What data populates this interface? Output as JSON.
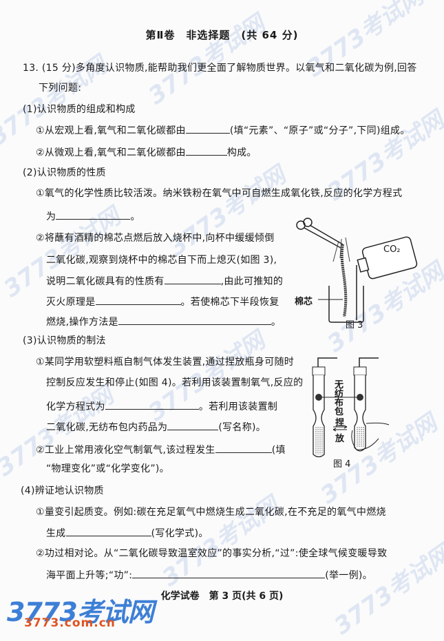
{
  "header": {
    "title": "第Ⅱ卷　非选择题　(共 64 分)"
  },
  "question": {
    "lines": [
      [
        "13. (15 分)多角度认识物质,能帮助我们更全面了解物质世界。以氧气和二氧化碳为例,回答"
      ],
      [
        "下列问题:"
      ],
      [
        "(1)认识物质的组成和构成"
      ],
      [
        "①从宏观上看,氧气和二氧化碳都由",
        "(填“元素”、“原子”或“分子”,下同)组成。"
      ],
      [
        "②从微观上看,氧气和二氧化碳都由",
        "构成。"
      ],
      [
        "(2)认识物质的性质"
      ],
      [
        "①氧气的化学性质比较活泼。纳米铁粉在氧气中可自燃生成氧化铁,反应的化学方程式"
      ],
      [
        "为",
        "。"
      ],
      [
        "②将蘸有酒精的棉芯点燃后放入烧杯中,向杯中缓缓倾倒"
      ],
      [
        "二氧化碳,观察到烧杯中的棉芯自下而上熄灭(如图 3),"
      ],
      [
        "说明二氧化碳具有的性质有",
        ",由此可推知的"
      ],
      [
        "灭火原理是",
        "。若使棉芯下半段恢复"
      ],
      [
        "燃烧,操作方法是",
        "。"
      ],
      [
        "(3)认识物质的制法"
      ],
      [
        "①某同学用软塑料瓶自制气体发生装置,通过捏放瓶身可随时"
      ],
      [
        "控制反应发生和停止(如图 4)。若利用该装置制氧气,反应的"
      ],
      [
        "化学方程式为",
        "。若利用该装置制"
      ],
      [
        "二氧化碳,无纺布包内药品为",
        "(写名称)。"
      ],
      [
        "②工业上常用液化空气制氧气,该过程发生",
        "(填"
      ],
      [
        "“物理变化”或“化学变化”)。"
      ],
      [
        "(4)辨证地认识物质"
      ],
      [
        "①量变引起质变。例如:碳在充足氧气中燃烧生成二氧化碳,在不充足的氧气中燃烧"
      ],
      [
        "生成",
        "(写化学式)。"
      ],
      [
        "②功过相对论。从“二氧化碳导致温室效应”的事实分析,“过”:使全球气候变暖导致"
      ],
      [
        "海平面上升等;“功”:",
        "(举一例)。"
      ]
    ]
  },
  "figure3": {
    "bottle_label": "CO₂",
    "wick_label": "棉芯",
    "caption": "图 3"
  },
  "figure4": {
    "bag_label": "无纺布包",
    "squeeze_label": "捏",
    "release_label": "放",
    "caption": "图 4"
  },
  "footer": {
    "text": "化学试卷　第 3 页(共 6 页)"
  },
  "watermark": {
    "logo": "3773考试网",
    "site": "3773.com.cn",
    "diagonal": "3773考试网"
  }
}
